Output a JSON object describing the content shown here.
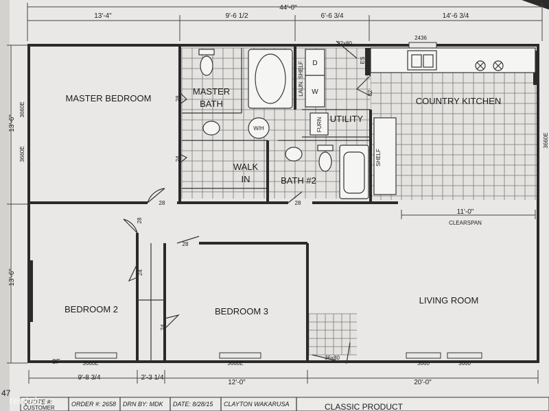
{
  "rooms": {
    "master_bedroom": "MASTER BEDROOM",
    "master_bath": "MASTER BATH",
    "country_kitchen": "COUNTRY KITCHEN",
    "utility": "UTILITY",
    "walk_in": "WALK IN",
    "bath2": "BATH #2",
    "bedroom2": "BEDROOM 2",
    "bedroom3": "BEDROOM 3",
    "living_room": "LIVING ROOM"
  },
  "dimensions": {
    "overall_width": "44'-0\"",
    "top_1": "13'-4\"",
    "top_2": "9'-6 1/2",
    "top_3": "6'-6 3/4",
    "top_4": "14'-6 3/4",
    "left_top": "13'-6\"",
    "left_bottom": "13'-6\"",
    "bottom_1": "9'-8 3/4",
    "bottom_2": "2'-3 1/4",
    "bottom_3": "12'-0\"",
    "bottom_4": "20'-0\"",
    "clearspan": "11'-0\"",
    "clearspan_label": "CLEARSPAN"
  },
  "fixture_labels": {
    "laun_shelf": "LAUN. SHELF",
    "shelf": "SHELF",
    "furn": "FURN",
    "wh": "W/H",
    "washer": "W",
    "dryer": "D",
    "es": "ES"
  },
  "openings": {
    "door_28_a": "28",
    "door_28_b": "28",
    "door_28_c": "28",
    "door_28_d": "28",
    "door_28_e": "28",
    "door_28_f": "28",
    "door_24_a": "24",
    "door_24_b": "24",
    "door_24_c": "24",
    "door_32": "32",
    "door_32x80": "32x80",
    "door_36x80": "36x80",
    "win_2436": "2436",
    "win_3660e_a": "3660E",
    "win_3660e_b": "3660E",
    "win_3660e_c": "3660E",
    "win_3660e_d": "3660E",
    "win_3660e_e": "3660E",
    "win_3660_a": "3660",
    "win_3660_b": "3660",
    "of_mark": "8F"
  },
  "title_block": {
    "quote": "QUOTE #:",
    "customer": "CUSTOMER",
    "order": "ORDER #: 2658",
    "drawn_by": "DRN BY: MDK",
    "date": "DATE: 8/28/15",
    "plant": "CLAYTON WAKARUSA",
    "product": "CLASSIC PRODUCT",
    "edge_number": "47"
  },
  "watermark": "rentals"
}
